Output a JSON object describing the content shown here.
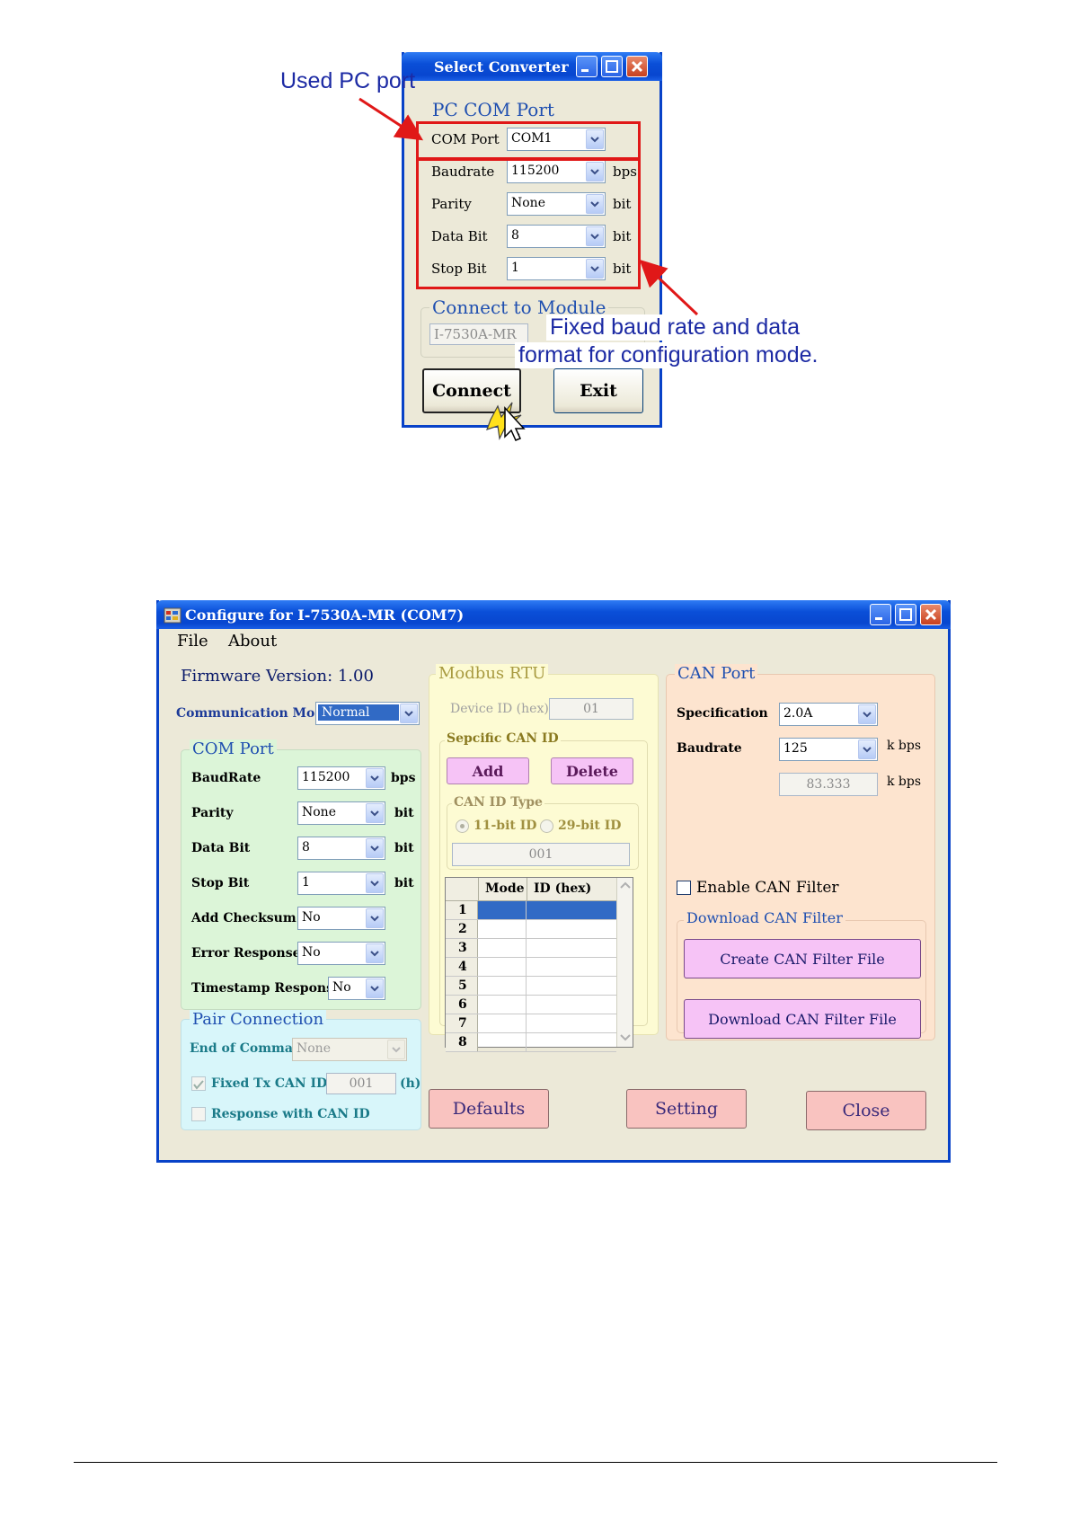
{
  "dialog1": {
    "title": "Select Converter",
    "group_pc": "PC COM Port",
    "rows": [
      {
        "label": "COM Port",
        "value": "COM1",
        "unit": ""
      },
      {
        "label": "Baudrate",
        "value": "115200",
        "unit": "bps"
      },
      {
        "label": "Parity",
        "value": "None",
        "unit": "bit"
      },
      {
        "label": "Data Bit",
        "value": "8",
        "unit": "bit"
      },
      {
        "label": "Stop Bit",
        "value": "1",
        "unit": "bit"
      }
    ],
    "group_module": "Connect to Module",
    "module_value": "I-7530A-MR",
    "connect_label": "Connect",
    "exit_label": "Exit"
  },
  "annotations": {
    "used_pc_port": "Used PC port",
    "fixed_line1": "Fixed baud rate and data",
    "fixed_line2": "format for configuration mode."
  },
  "dialog2": {
    "title": "Configure for I-7530A-MR (COM7)",
    "menu": [
      "File",
      "About"
    ],
    "firmware": "Firmware Version: 1.00",
    "comm_mode_label": "Communication Mode",
    "comm_mode_value": "Normal",
    "com_port": {
      "title": "COM Port",
      "rows": [
        {
          "label": "BaudRate",
          "value": "115200",
          "unit": "bps"
        },
        {
          "label": "Parity",
          "value": "None",
          "unit": "bit"
        },
        {
          "label": "Data Bit",
          "value": "8",
          "unit": "bit"
        },
        {
          "label": "Stop Bit",
          "value": "1",
          "unit": "bit"
        },
        {
          "label": "Add Checksum",
          "value": "No",
          "unit": ""
        },
        {
          "label": "Error Response",
          "value": "No",
          "unit": ""
        }
      ],
      "timestamp_label": "Timestamp Response",
      "timestamp_value": "No"
    },
    "pair": {
      "title": "Pair Connection",
      "end_label": "End of Command",
      "end_value": "None",
      "fixed_tx_label": "Fixed Tx CAN ID",
      "fixed_tx_value": "001",
      "fixed_tx_unit": "(h)",
      "response_label": "Response with CAN ID"
    },
    "modbus": {
      "title": "Modbus RTU",
      "device_id_label": "Device ID (hex)",
      "device_id_value": "01",
      "specific_title": "Sepcific CAN ID",
      "add_label": "Add",
      "delete_label": "Delete",
      "can_type_title": "CAN ID Type",
      "radio_11": "11-bit ID",
      "radio_29": "29-bit ID",
      "can_id_value": "001",
      "table_headers": [
        "Mode",
        "ID (hex)"
      ],
      "table_rows": [
        "1",
        "2",
        "3",
        "4",
        "5",
        "6",
        "7",
        "8"
      ]
    },
    "can_port": {
      "title": "CAN Port",
      "spec_label": "Specification",
      "spec_value": "2.0A",
      "baud_label": "Baudrate",
      "baud_value": "125",
      "baud_unit": "k bps",
      "baud_actual": "83.333",
      "baud_actual_unit": "k bps",
      "enable_filter": "Enable CAN Filter",
      "download_title": "Download CAN Filter",
      "create_btn": "Create CAN Filter File",
      "download_btn": "Download CAN Filter File"
    },
    "buttons": {
      "defaults": "Defaults",
      "setting": "Setting",
      "close": "Close"
    }
  },
  "colors": {
    "annotation_red": "#e01818",
    "annotation_text": "#1c2aa4",
    "com_port_bg": "#dcf5d8",
    "pair_bg": "#d8f6fa",
    "modbus_bg": "#fdfbd3",
    "can_bg": "#fde4cf",
    "pink_button": "#f6c3f6",
    "salmon_button": "#f9c3c0"
  }
}
